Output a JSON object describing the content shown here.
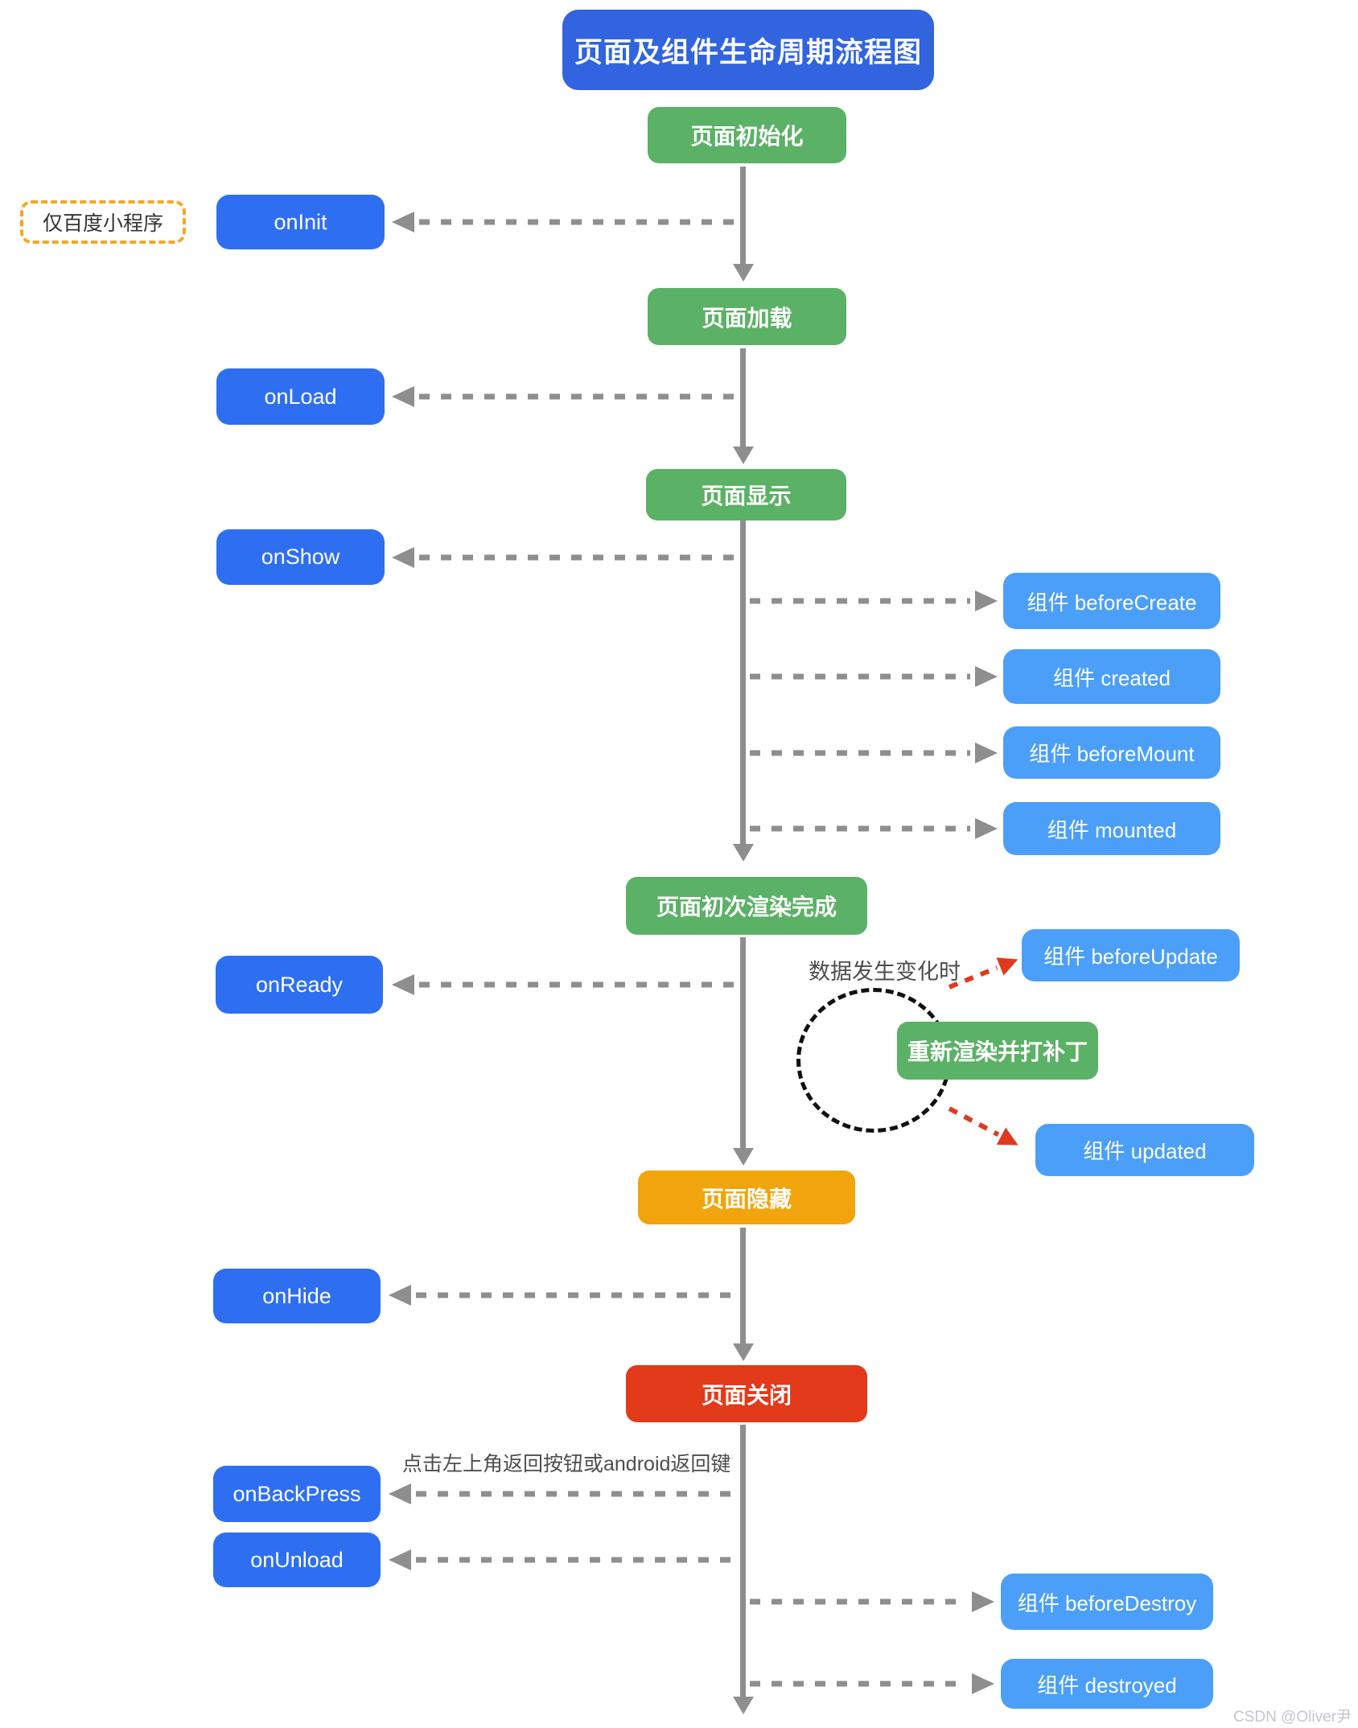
{
  "title": "页面及组件生命周期流程图",
  "badge": {
    "label": "仅百度小程序"
  },
  "flow": {
    "page_init": "页面初始化",
    "page_load": "页面加载",
    "page_show": "页面显示",
    "page_first_render": "页面初次渲染完成",
    "rerender_patch": "重新渲染并打补丁",
    "page_hide": "页面隐藏",
    "page_close": "页面关闭"
  },
  "hooks": {
    "on_init": "onInit",
    "on_load": "onLoad",
    "on_show": "onShow",
    "on_ready": "onReady",
    "on_hide": "onHide",
    "on_back_press": "onBackPress",
    "on_unload": "onUnload"
  },
  "components": {
    "before_create": "组件 beforeCreate",
    "created": "组件 created",
    "before_mount": "组件 beforeMount",
    "mounted": "组件 mounted",
    "before_update": "组件 beforeUpdate",
    "updated": "组件 updated",
    "before_destroy": "组件 beforeDestroy",
    "destroyed": "组件 destroyed"
  },
  "captions": {
    "data_change": "数据发生变化时",
    "back_key": "点击左上角返回按钮或android返回键"
  },
  "watermark": "CSDN @Oliver尹",
  "colors": {
    "title_blue": "#3164DE",
    "hook_blue": "#2E6FF2",
    "component_blue": "#4B9FF8",
    "green": "#5BB166",
    "amber": "#F1A40B",
    "red": "#E23A1B",
    "badge_orange": "#F5A623",
    "arrow_gray": "#8E8E8E",
    "loop_black": "#111111",
    "loop_arrow_red": "#E03A1E"
  }
}
